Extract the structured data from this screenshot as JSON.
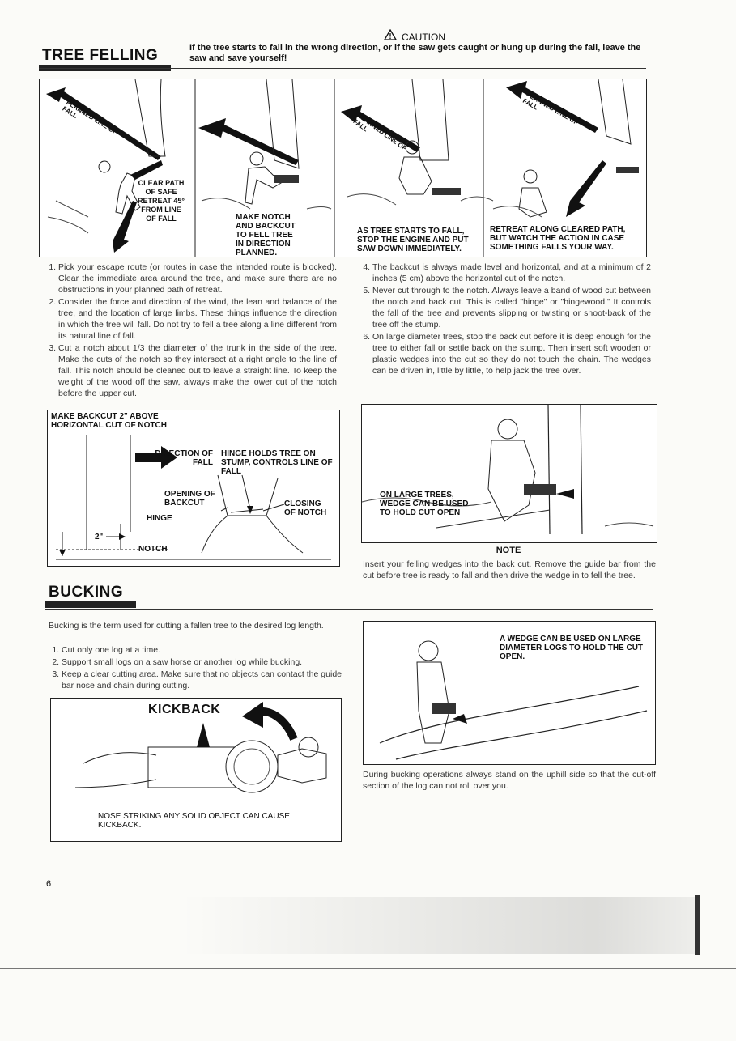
{
  "tree_felling": {
    "title": "TREE FELLING",
    "caution_label": "CAUTION",
    "caution_text": "If the tree starts to fall in the wrong direction, or if the saw gets caught or hung up during the fall, leave the saw and save yourself!"
  },
  "panels": [
    {
      "arrow": "PLANNED LINE OF FALL",
      "caption": "CLEAR PATH OF SAFE RETREAT 45° FROM LINE OF FALL"
    },
    {
      "caption": "MAKE NOTCH AND BACKCUT TO FELL TREE IN DIRECTION PLANNED."
    },
    {
      "arrow": "PLANNED LINE OF FALL",
      "caption": "AS TREE STARTS TO FALL, STOP THE ENGINE AND PUT SAW DOWN IMMEDIATELY."
    },
    {
      "arrow": "PLANNED LINE OF FALL",
      "caption": "RETREAT ALONG CLEARED PATH, BUT WATCH THE ACTION IN CASE SOMETHING FALLS YOUR WAY."
    }
  ],
  "felling_steps_left": [
    "Pick your escape route (or routes in case the intended route is blocked). Clear the immediate area around the tree, and make sure there are no obstructions in your planned path of retreat.",
    "Consider the force and direction of the wind, the lean and balance of the tree, and the location of large limbs. These things influence the direction in which the tree will fall. Do not try to fell a tree along a line different from its natural line of fall.",
    "Cut a notch about 1/3 the diameter of the trunk in the side of the tree. Make the cuts of the notch so they intersect at a right angle to the line of fall. This notch should be cleaned out to leave a straight line. To keep the weight of the wood off the saw, always make the lower cut of the notch before the upper cut."
  ],
  "felling_steps_right": [
    "The backcut is always made level and horizontal, and at a minimum of 2 inches (5 cm) above the horizontal cut of the notch.",
    "Never cut through to the notch. Always leave a band of wood cut between the notch and back cut. This is called \"hinge\" or \"hingewood.\" It controls the fall of the tree and prevents slipping or twisting or shoot-back of the tree off the stump.",
    "On large diameter trees, stop the back cut before it is deep enough for the tree to either fall or settle back on the stump. Then insert soft wooden or plastic wedges into the cut so they do not touch the chain. The wedges can be driven in, little by little, to help jack the tree over."
  ],
  "notch_diagram": {
    "backcut_label": "MAKE BACKCUT 2\" ABOVE HORIZONTAL CUT OF NOTCH",
    "direction_label": "DIRECTION OF FALL",
    "hinge_holds": "HINGE HOLDS TREE ON STUMP, CONTROLS LINE OF FALL",
    "opening_label": "OPENING OF BACKCUT",
    "closing_label": "CLOSING OF NOTCH",
    "hinge_label": "HINGE",
    "notch_label": "NOTCH",
    "dim_label": "2\""
  },
  "wedge_figure": {
    "caption": "ON LARGE TREES, WEDGE CAN BE USED TO HOLD CUT OPEN",
    "note_title": "NOTE",
    "note_text": "Insert your felling wedges into the back cut. Remove the guide bar from the cut before tree is ready to fall and then drive the wedge in to fell the tree."
  },
  "bucking": {
    "title": "BUCKING",
    "intro": "Bucking is the term used for cutting a fallen tree to the desired log length.",
    "steps": [
      "Cut only one log at a time.",
      "Support small logs on a saw horse or another log while bucking.",
      "Keep a clear cutting area. Make sure that no objects can contact the guide bar nose and chain during cutting."
    ]
  },
  "kickback": {
    "title": "KICKBACK",
    "caption": "NOSE STRIKING ANY SOLID OBJECT CAN CAUSE KICKBACK."
  },
  "bucking_figure": {
    "caption": "A WEDGE CAN BE USED ON LARGE DIAMETER LOGS TO HOLD THE CUT OPEN.",
    "note_text": "During bucking operations always stand on the uphill side so that the cut-off section of the log can not roll over you."
  },
  "page_number": "6"
}
